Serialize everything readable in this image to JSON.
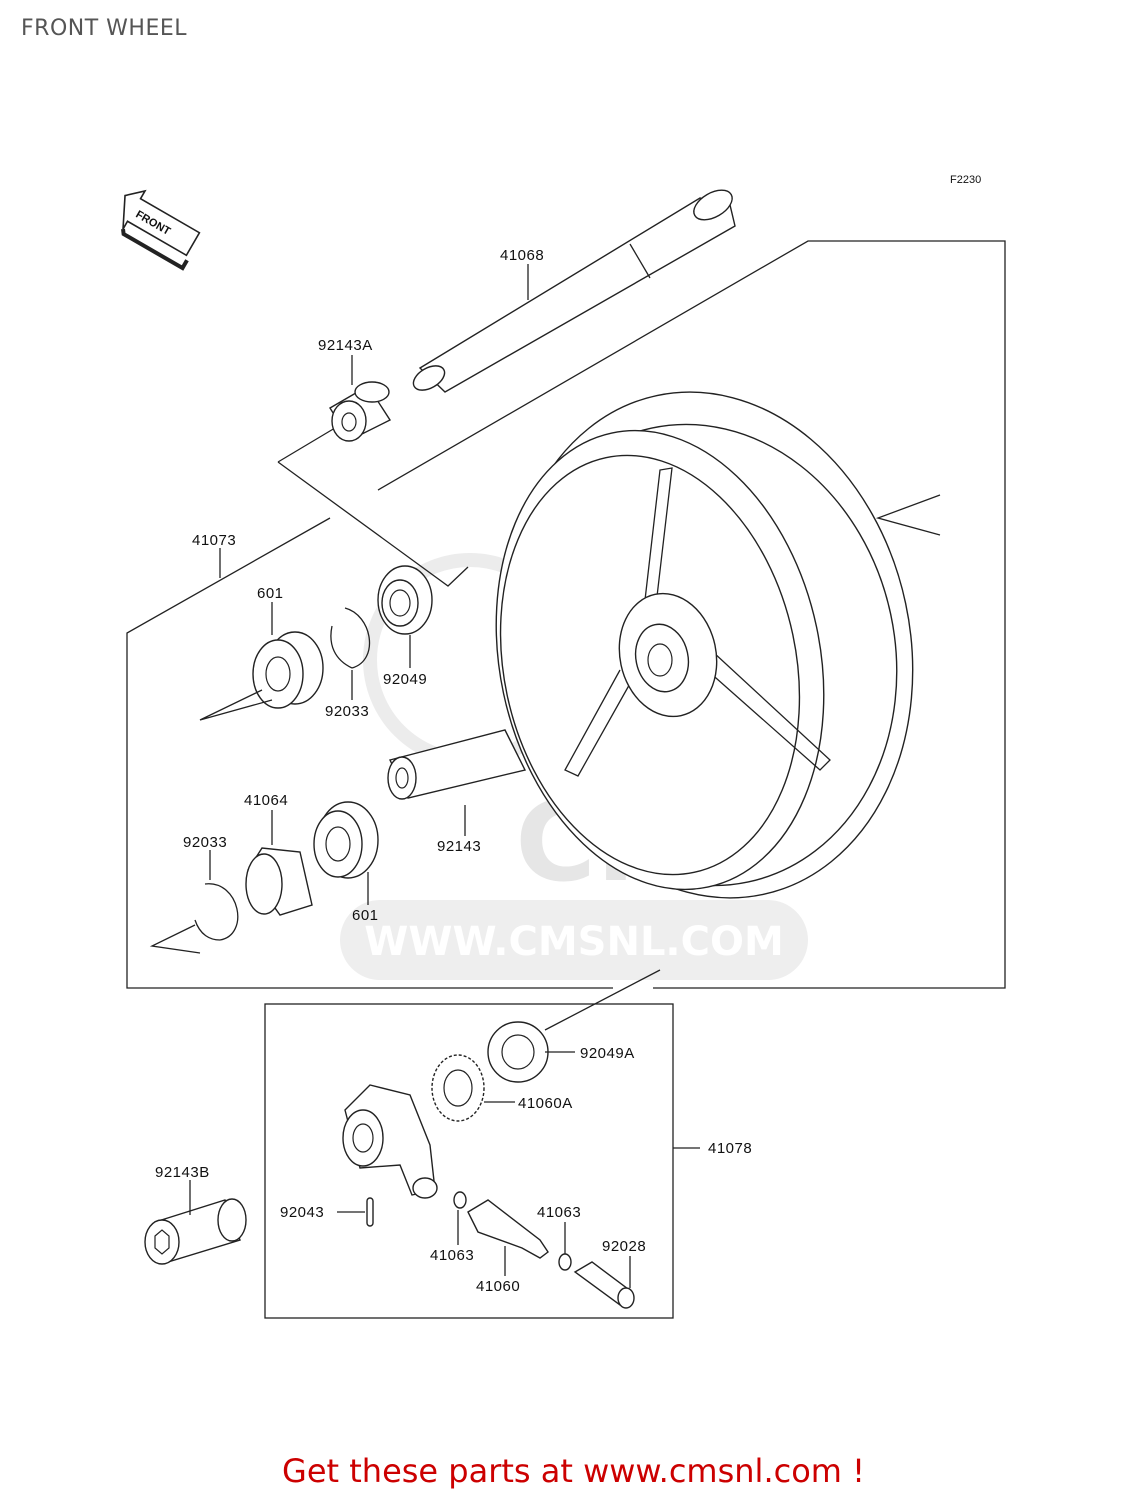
{
  "header": {
    "title": "FRONT WHEEL"
  },
  "diagram": {
    "code": "F2230",
    "direction_label": "FRONT",
    "watermark": {
      "logo": "CMS",
      "url": "WWW.CMSNL.COM"
    },
    "parts": [
      {
        "id": "p41068",
        "label": "41068"
      },
      {
        "id": "p92143A",
        "label": "92143A"
      },
      {
        "id": "p41073",
        "label": "41073"
      },
      {
        "id": "p601a",
        "label": "601"
      },
      {
        "id": "p92033a",
        "label": "92033"
      },
      {
        "id": "p92049",
        "label": "92049"
      },
      {
        "id": "p41064",
        "label": "41064"
      },
      {
        "id": "p92033b",
        "label": "92033"
      },
      {
        "id": "p92143",
        "label": "92143"
      },
      {
        "id": "p601b",
        "label": "601"
      },
      {
        "id": "p92049A",
        "label": "92049A"
      },
      {
        "id": "p41060A",
        "label": "41060A"
      },
      {
        "id": "p41078",
        "label": "41078"
      },
      {
        "id": "p92143B",
        "label": "92143B"
      },
      {
        "id": "p92043",
        "label": "92043"
      },
      {
        "id": "p41063a",
        "label": "41063"
      },
      {
        "id": "p41063b",
        "label": "41063"
      },
      {
        "id": "p92028",
        "label": "92028"
      },
      {
        "id": "p41060",
        "label": "41060"
      }
    ]
  },
  "footer": {
    "text": "Get these parts at www.cmsnl.com !"
  }
}
